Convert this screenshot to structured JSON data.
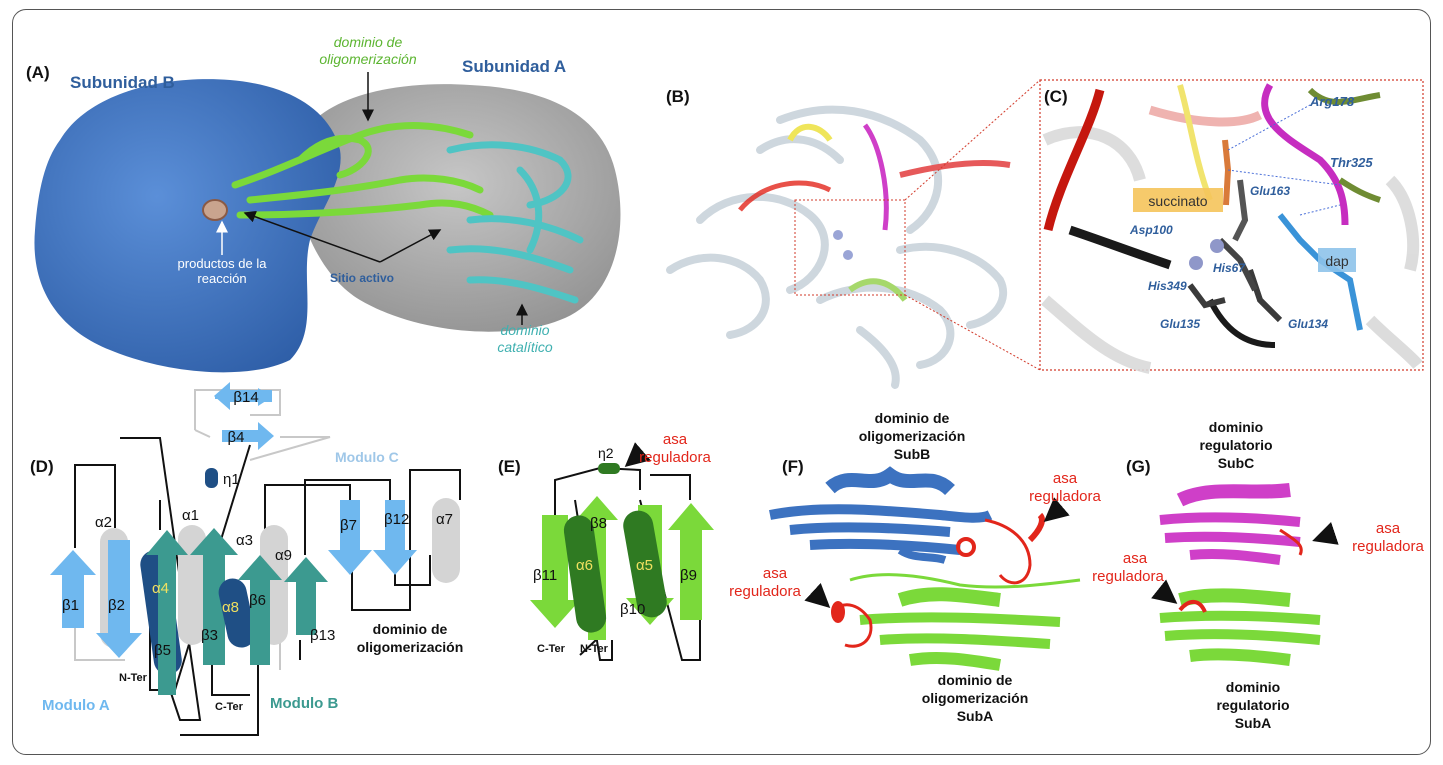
{
  "panels": {
    "a": "(A)",
    "b": "(B)",
    "c": "(C)",
    "d": "(D)",
    "e": "(E)",
    "f": "(F)",
    "g": "(G)"
  },
  "panel_a": {
    "subunit_b": "Subunidad B",
    "subunit_a": "Subunidad A",
    "oligo_domain_l1": "dominio de",
    "oligo_domain_l2": "oligomerización",
    "products_l1": "productos de la",
    "products_l2": "reacción",
    "active_site": "Sitio activo",
    "catalytic_l1": "dominio",
    "catalytic_l2": "catalítico"
  },
  "panel_c": {
    "arg178": "Arg178",
    "thr325": "Thr325",
    "succinato": "succinato",
    "glu163": "Glu163",
    "asp100": "Asp100",
    "his67": "His67",
    "his349": "His349",
    "dap": "dap",
    "glu135": "Glu135",
    "glu134": "Glu134"
  },
  "panel_d": {
    "b14": "β14",
    "b4": "β4",
    "eta1": "η1",
    "modulo_c": "Modulo C",
    "a2": "α2",
    "a1": "α1",
    "a3": "α3",
    "a9": "α9",
    "a7": "α7",
    "b7": "β7",
    "b12": "β12",
    "b1": "β1",
    "b2": "β2",
    "a4": "α4",
    "a8": "α8",
    "b6": "β6",
    "b3": "β3",
    "b5": "β5",
    "b13": "β13",
    "nter": "N-Ter",
    "cter": "C-Ter",
    "oligo_l1": "dominio de",
    "oligo_l2": "oligomerización",
    "modulo_a": "Modulo A",
    "modulo_b": "Modulo B"
  },
  "panel_e": {
    "eta2": "η2",
    "asa_l1": "asa",
    "asa_l2": "reguladora",
    "b11": "β11",
    "b8": "β8",
    "a6": "α6",
    "a5": "α5",
    "b9": "β9",
    "b10": "β10",
    "cter": "C-Ter",
    "nter": "N-Ter"
  },
  "panel_f": {
    "top_l1": "dominio de",
    "top_l2": "oligomerización",
    "top_l3": "SubB",
    "asa_r_l1": "asa",
    "asa_r_l2": "reguladora",
    "asa_l_l1": "asa",
    "asa_l_l2": "reguladora",
    "bot_l1": "dominio de",
    "bot_l2": "oligomerización",
    "bot_l3": "SubA"
  },
  "panel_g": {
    "top_l1": "dominio",
    "top_l2": "regulatorio",
    "top_l3": "SubC",
    "asa_r_l1": "asa",
    "asa_r_l2": "reguladora",
    "asa_l_l1": "asa",
    "asa_l_l2": "reguladora",
    "bot_l1": "dominio",
    "bot_l2": "regulatorio",
    "bot_l3": "SubA"
  },
  "colors": {
    "subunit_blue": "#3c72c0",
    "surface_gray": "#a9a9a9",
    "green": "#7bd93a",
    "teal": "#4fc4c4",
    "dark_navy": "#1f4f85",
    "light_blue": "#6fb8ef",
    "teal_strand": "#3c9a90",
    "helix_gray": "#d4d4d4",
    "dark_green": "#2f7a22",
    "red": "#e2261b",
    "magenta": "#cf3fc8",
    "label_blue": "#2f5e9c",
    "label_green": "#5cb531",
    "label_teal": "#3fb0b0"
  }
}
